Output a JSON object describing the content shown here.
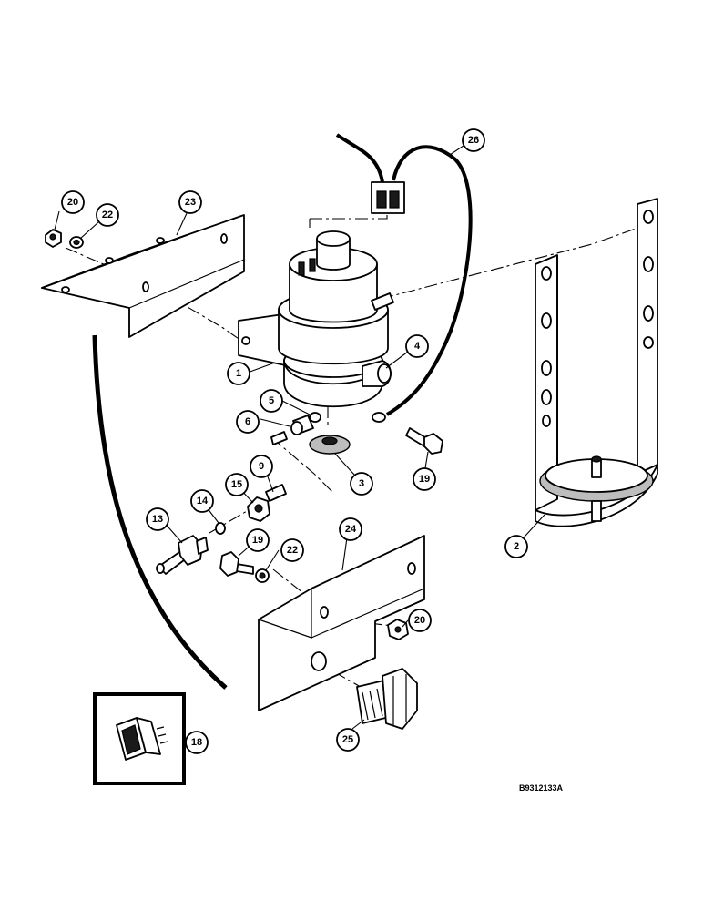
{
  "reference_code": "B9312133A",
  "callouts": [
    {
      "id": "c1",
      "label": "1"
    },
    {
      "id": "c2",
      "label": "2"
    },
    {
      "id": "c3",
      "label": "3"
    },
    {
      "id": "c4",
      "label": "4"
    },
    {
      "id": "c5",
      "label": "5"
    },
    {
      "id": "c6",
      "label": "6"
    },
    {
      "id": "c9",
      "label": "9"
    },
    {
      "id": "c13",
      "label": "13"
    },
    {
      "id": "c14",
      "label": "14"
    },
    {
      "id": "c15",
      "label": "15"
    },
    {
      "id": "c18",
      "label": "18"
    },
    {
      "id": "c19a",
      "label": "19"
    },
    {
      "id": "c19b",
      "label": "19"
    },
    {
      "id": "c20a",
      "label": "20"
    },
    {
      "id": "c20b",
      "label": "20"
    },
    {
      "id": "c22a",
      "label": "22"
    },
    {
      "id": "c22b",
      "label": "22"
    },
    {
      "id": "c23",
      "label": "23"
    },
    {
      "id": "c24",
      "label": "24"
    },
    {
      "id": "c25",
      "label": "25"
    },
    {
      "id": "c26",
      "label": "26"
    }
  ]
}
